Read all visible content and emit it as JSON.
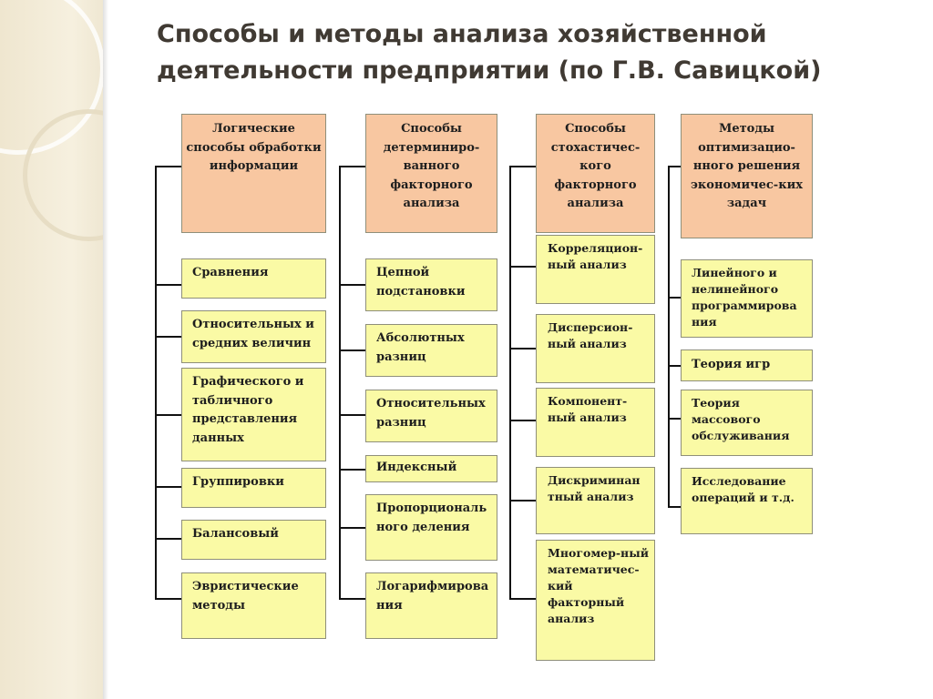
{
  "title": "Способы и методы анализа хозяйственной деятельности предприятии (по Г.В. Савицкой)",
  "colors": {
    "header_fill": "#f8c7a1",
    "item_fill": "#fafaa5",
    "connector": "#111111",
    "title": "#403a33"
  },
  "columns": [
    {
      "header": "Логические способы обработки информации",
      "items": [
        "Сравнения",
        "Относительных и средних величин",
        "Графического и табличного представления данных",
        "Группировки",
        "Балансовый",
        "Эвристические методы"
      ]
    },
    {
      "header": "Способы детерминиро-ванного факторного анализа",
      "items": [
        "Цепной подстановки",
        "Абсолютных разниц",
        "Относительных разниц",
        "Индексный",
        "Пропорциональ ного деления",
        "Логарифмирова ния"
      ]
    },
    {
      "header": "Способы стохастичес-кого факторного анализа",
      "items": [
        "Корреляцион-ный анализ",
        "Дисперсион-ный анализ",
        "Компонент-ный анализ",
        "Дискриминан тный анализ",
        "Многомер-ный математичес-кий факторный анализ"
      ]
    },
    {
      "header": "Методы оптимизацио-нного решения экономичес-ких задач",
      "items": [
        "Линейного и нелинейного программирова ния",
        "Теория игр",
        "Теория массового обслуживания",
        "Исследование операций и т.д."
      ]
    }
  ]
}
